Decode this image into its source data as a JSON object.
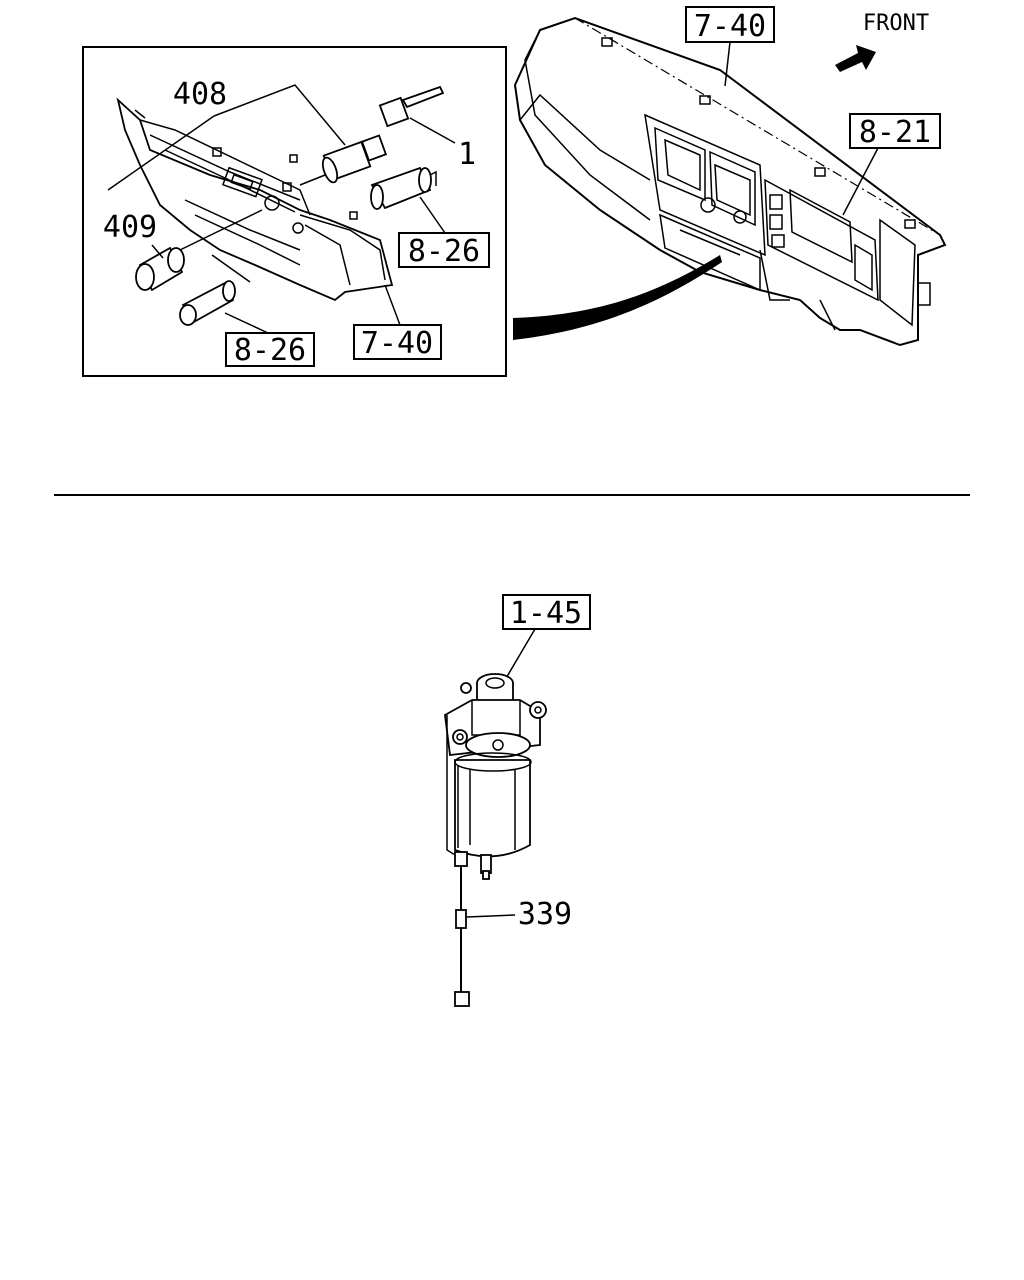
{
  "upper_section": {
    "orientation_label": "FRONT",
    "refs": {
      "instrument_panel_top": "7-40",
      "instrument_cluster": "8-21",
      "switch_right": "8-26",
      "switch_bottom": "8-26",
      "panel_bottom": "7-40"
    },
    "parts": {
      "switch_assembly": "408",
      "cigarette_lighter": "409",
      "connector": "1"
    }
  },
  "lower_section": {
    "refs": {
      "fuel_filter": "1-45"
    },
    "parts": {
      "harness": "339"
    }
  }
}
